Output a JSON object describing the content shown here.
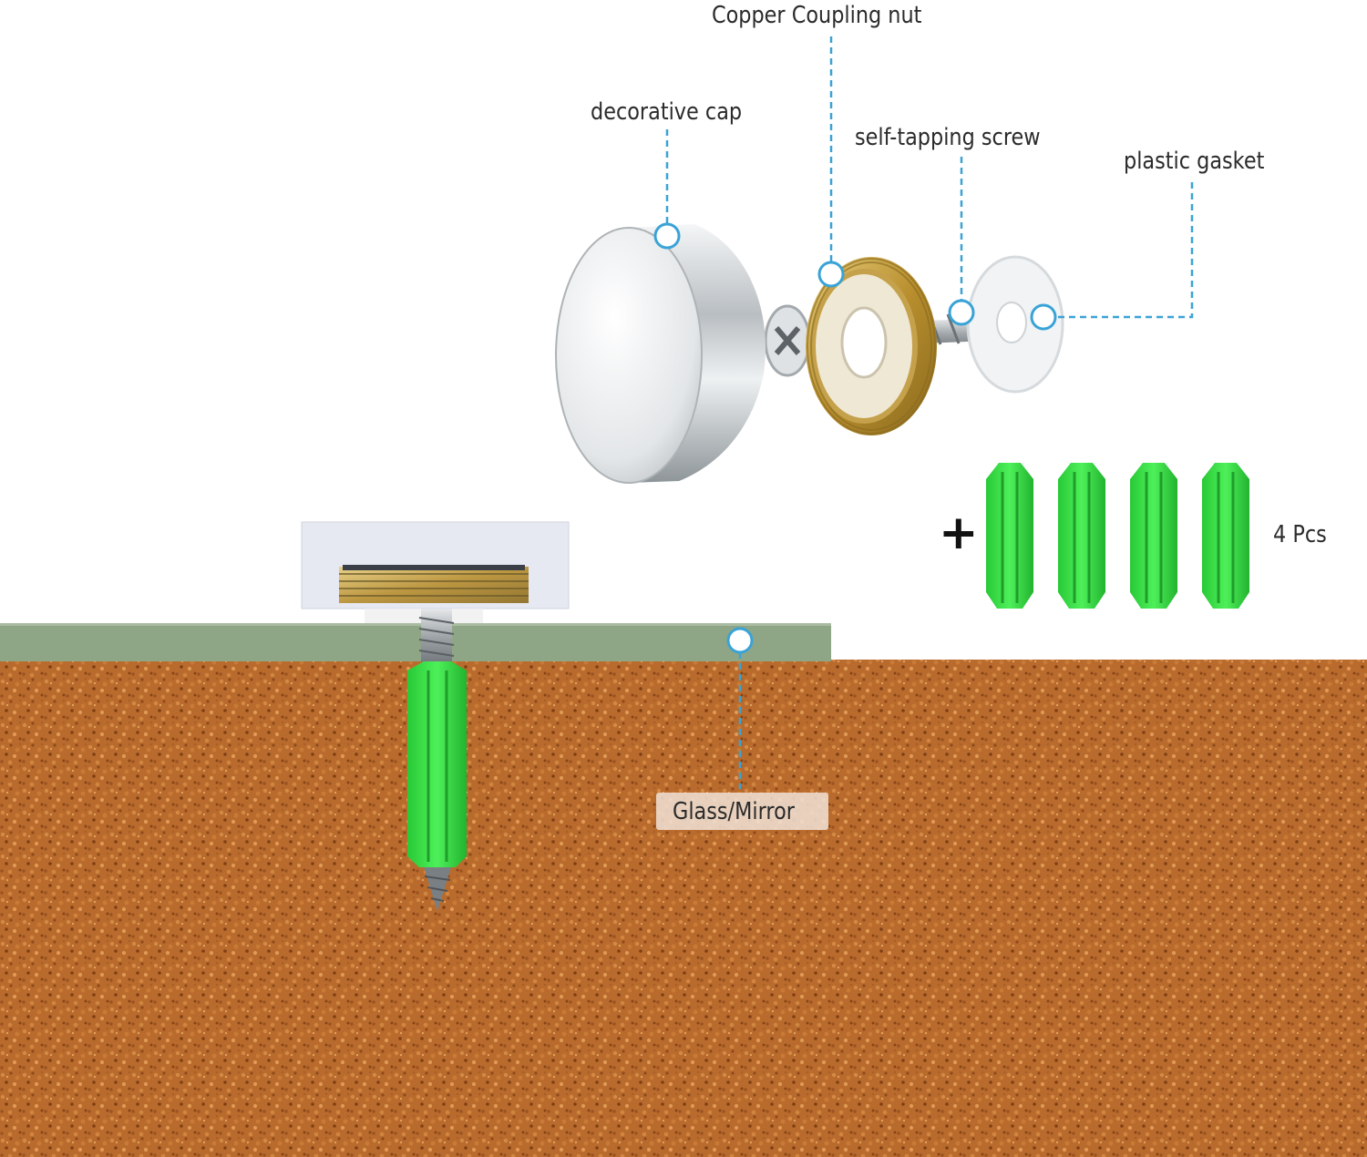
{
  "labels": {
    "copper_coupling_nut": "Copper Coupling nut",
    "decorative_cap": "decorative cap",
    "self_tapping_screw": "self-tapping screw",
    "plastic_gasket": "plastic gasket",
    "glass_mirror": "Glass/Mirror",
    "plus_sign": "+",
    "quantity": "4 Pcs"
  },
  "colors": {
    "leader_line": "#3aa3d6",
    "wall": "#b86a2c",
    "glass": "#8fa686",
    "anchor": "#3ee34a",
    "brass": "#c9a64a",
    "chrome": "#d9dde0"
  },
  "icons": [
    "decorative-cap",
    "copper-coupling-nut",
    "self-tapping-screw",
    "plastic-gasket",
    "wall-anchor"
  ]
}
